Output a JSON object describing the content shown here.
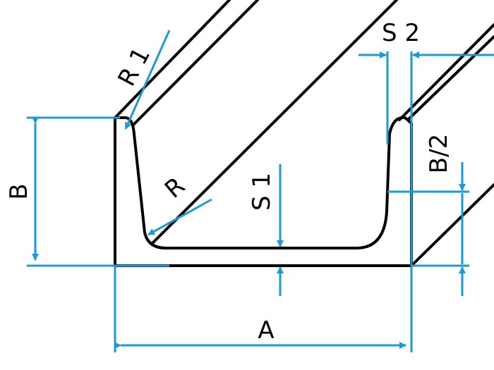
{
  "labels": {
    "r1": "R 1",
    "r": "R",
    "s1": "S 1",
    "s2": "S 2",
    "b": "B",
    "b_half": "B/2",
    "a": "A"
  },
  "colors": {
    "outline": "#000000",
    "dimension": "#1a9ad6",
    "background": "#ffffff"
  }
}
